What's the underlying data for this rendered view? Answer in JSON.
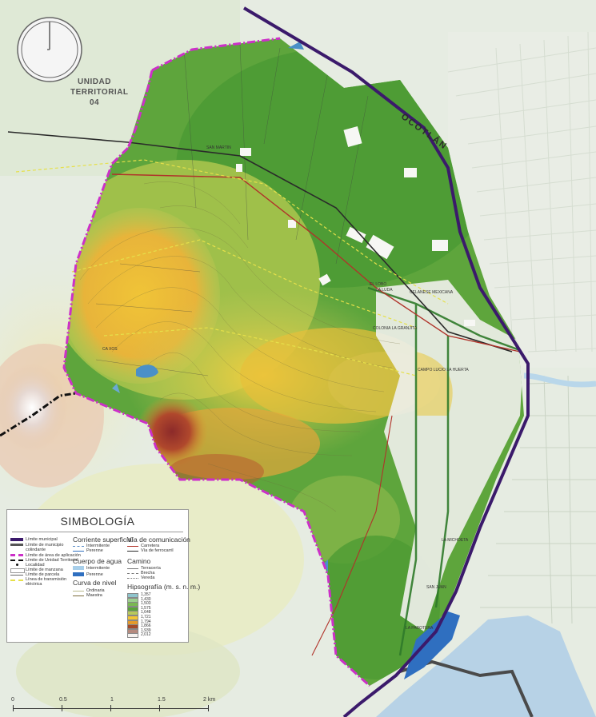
{
  "map": {
    "unit_label_line1": "UNIDAD",
    "unit_label_line2": "TERRITORIAL",
    "unit_label_line3": "04",
    "city_label": "OCOTLÁN",
    "place_labels": [
      {
        "id": "lbl-1",
        "text": "SAN MARTIN"
      },
      {
        "id": "lbl-2",
        "text": "EL LOBO"
      },
      {
        "id": "lbl-3",
        "text": "LA LUDA"
      },
      {
        "id": "lbl-4",
        "text": "CELANESE MEXICANA"
      },
      {
        "id": "lbl-5",
        "text": "COLONIA LA GRANJITA"
      },
      {
        "id": "lbl-6",
        "text": "CAMPO LUCIO LA HUERTA"
      },
      {
        "id": "lbl-7",
        "text": "CA XOS"
      },
      {
        "id": "lbl-8",
        "text": "LA MICHOETA"
      },
      {
        "id": "lbl-9",
        "text": "SAN JUAN"
      },
      {
        "id": "lbl-10",
        "text": "LA PAROTERA"
      }
    ]
  },
  "legend": {
    "title": "SIMBOLOGÍA",
    "col1": [
      "Límite municipal",
      "Límite de municipio colindante",
      "Límite de área de aplicación",
      "Límite de Unidad Territorial",
      "Localidad",
      "Límite de manzana",
      "Límite de parcela",
      "Línea de transmisión eléctrica"
    ],
    "corriente_title": "Corriente superficial",
    "corriente_items": [
      "Intermitente",
      "Perenne"
    ],
    "cuerpo_title": "Cuerpo de agua",
    "cuerpo_items": [
      "Intermitente",
      "Perenne"
    ],
    "curva_title": "Curva de nivel",
    "curva_items": [
      "Ordinaria",
      "Maestra"
    ],
    "via_title": "Vía de comunicación",
    "via_items": [
      "Carretera",
      "Vía de ferrocarril"
    ],
    "camino_title": "Camino",
    "camino_items": [
      "Terracería",
      "Brecha",
      "Vereda"
    ],
    "hipso_title": "Hipsografía (m. s. n. m.)",
    "hipso": [
      {
        "value": "1,357",
        "color": "#8ec4cc"
      },
      {
        "value": "1,430",
        "color": "#9ccf8e"
      },
      {
        "value": "1,503",
        "color": "#7ab852"
      },
      {
        "value": "1,575",
        "color": "#5aa33a"
      },
      {
        "value": "1,648",
        "color": "#b8c95a"
      },
      {
        "value": "1,721",
        "color": "#f2c534"
      },
      {
        "value": "1,794",
        "color": "#e49a2c"
      },
      {
        "value": "1,866",
        "color": "#a44a2a"
      },
      {
        "value": "1,939",
        "color": "#b58a7e"
      },
      {
        "value": "2,012",
        "color": "#f6f2ef"
      }
    ]
  },
  "scale": {
    "ticks": [
      "0",
      "0.5",
      "1",
      "1.5",
      "2 km"
    ]
  }
}
